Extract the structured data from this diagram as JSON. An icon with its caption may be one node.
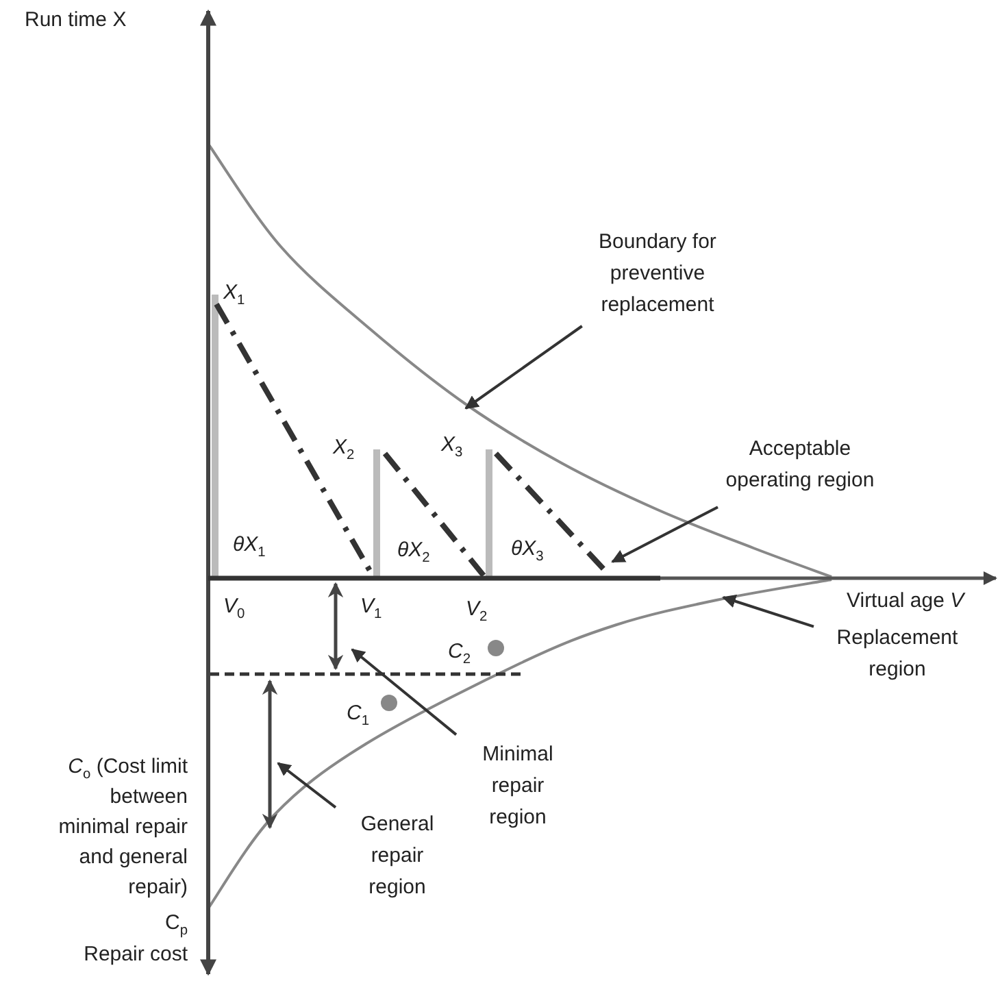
{
  "diagram": {
    "nodes": [
      {
        "text": [
          "Boundary for preventive replacement"
        ]
      },
      {
        "text": [
          "Acceptable operating region"
        ]
      },
      {
        "text": [
          "Replacement region"
        ]
      },
      {
        "text": [
          "Minimal repair region"
        ]
      },
      {
        "text": [
          "General repair region"
        ]
      }
    ],
    "edges": [
      {
        "from": 0,
        "to": null,
        "arrow": "to"
      },
      {
        "from": 1,
        "to": null,
        "arrow": "to"
      },
      {
        "from": 2,
        "to": null,
        "arrow": "to"
      },
      {
        "from": 3,
        "to": null,
        "arrow": "to"
      },
      {
        "from": 4,
        "to": null,
        "arrow": "to"
      }
    ],
    "labels": [
      "Run time X",
      "*X*$_{1}$",
      "*X*$_{2}$",
      "*X*$_{3}$",
      "*θX*$_{1}$",
      "*θX*$_{2}$",
      "*θX*$_{3}$",
      "*V*$_{0}$",
      "*V*$_{1}$",
      "*V*$_{2}$",
      "Virtual age *V*",
      "*C*$_{2}$",
      "*C*$_{1}$",
      "*C*$_{o}$ (Cost limit between minimal repair and general repair)",
      "C$_{p}$",
      "Repair cost"
    ]
  }
}
